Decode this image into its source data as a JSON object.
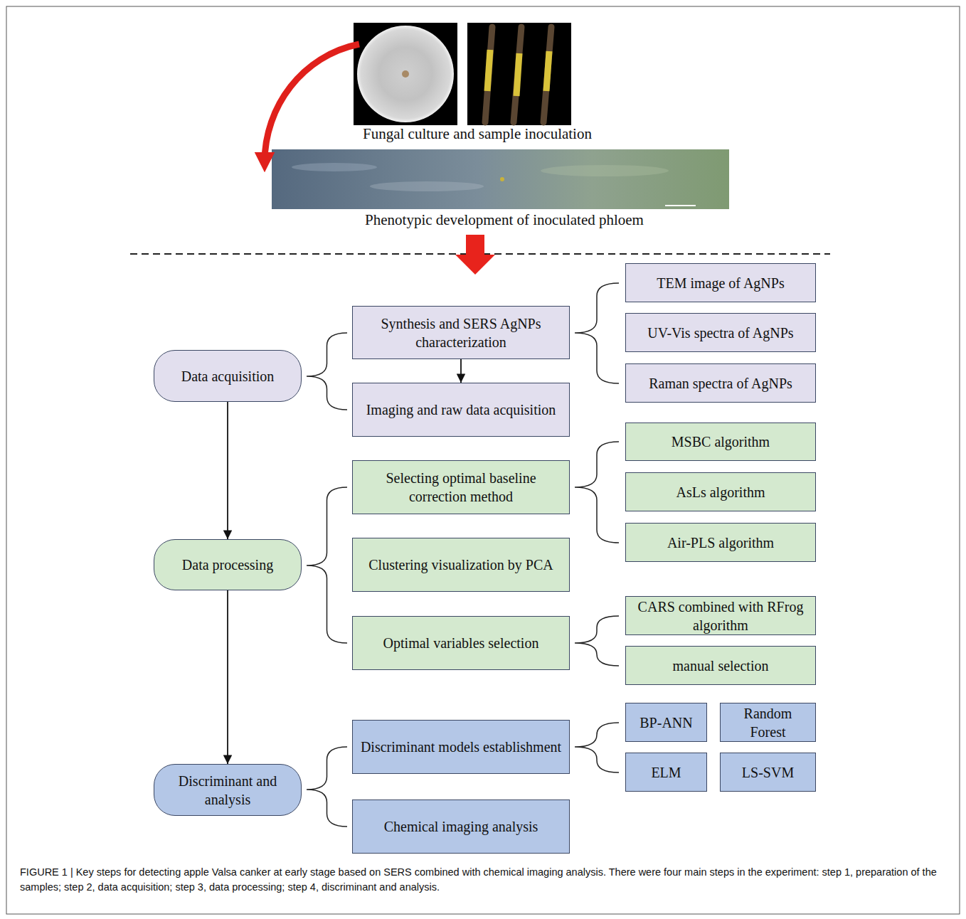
{
  "diagram": {
    "caption": "FIGURE 1 | Key steps for detecting apple Valsa canker at early stage based on SERS combined with chemical imaging analysis. There were four main steps in the experiment: step 1, preparation of the samples; step 2, data acquisition; step 3, data processing; step 4, discriminant and analysis.",
    "nodes": [
      {
        "text": [
          "Data acquisition"
        ]
      },
      {
        "text": [
          "Synthesis and SERS AgNPs characterization"
        ]
      },
      {
        "text": [
          "TEM image of AgNPs"
        ]
      },
      {
        "text": [
          "UV-Vis spectra of AgNPs"
        ]
      },
      {
        "text": [
          "Raman spectra of AgNPs"
        ]
      },
      {
        "text": [
          "Imaging and raw data acquisition"
        ]
      },
      {
        "text": [
          "Data processing"
        ]
      },
      {
        "text": [
          "Selecting optimal baseline correction method"
        ]
      },
      {
        "text": [
          "MSBC algorithm"
        ]
      },
      {
        "text": [
          "AsLs algorithm"
        ]
      },
      {
        "text": [
          "Air-PLS algorithm"
        ]
      },
      {
        "text": [
          "Clustering visualization by PCA"
        ]
      },
      {
        "text": [
          "Optimal variables selection"
        ]
      },
      {
        "text": [
          "CARS combined with RFrog algorithm"
        ]
      },
      {
        "text": [
          "manual selection"
        ]
      },
      {
        "text": [
          "Discriminant and analysis"
        ]
      },
      {
        "text": [
          "Discriminant models establishment"
        ]
      },
      {
        "text": [
          "BP-ANN"
        ]
      },
      {
        "text": [
          "Random Forest"
        ]
      },
      {
        "text": [
          "ELM"
        ]
      },
      {
        "text": [
          "LS-SVM"
        ]
      },
      {
        "text": [
          "Chemical imaging analysis"
        ]
      }
    ],
    "edges": [
      {
        "from": 0,
        "to": 6,
        "arrow": "to"
      },
      {
        "from": 6,
        "to": 15,
        "arrow": "to"
      },
      {
        "from": 1,
        "to": 5,
        "arrow": "to"
      }
    ],
    "labels": [
      "Fungal culture and sample inoculation",
      "Phenotypic development of inoculated phloem"
    ]
  }
}
